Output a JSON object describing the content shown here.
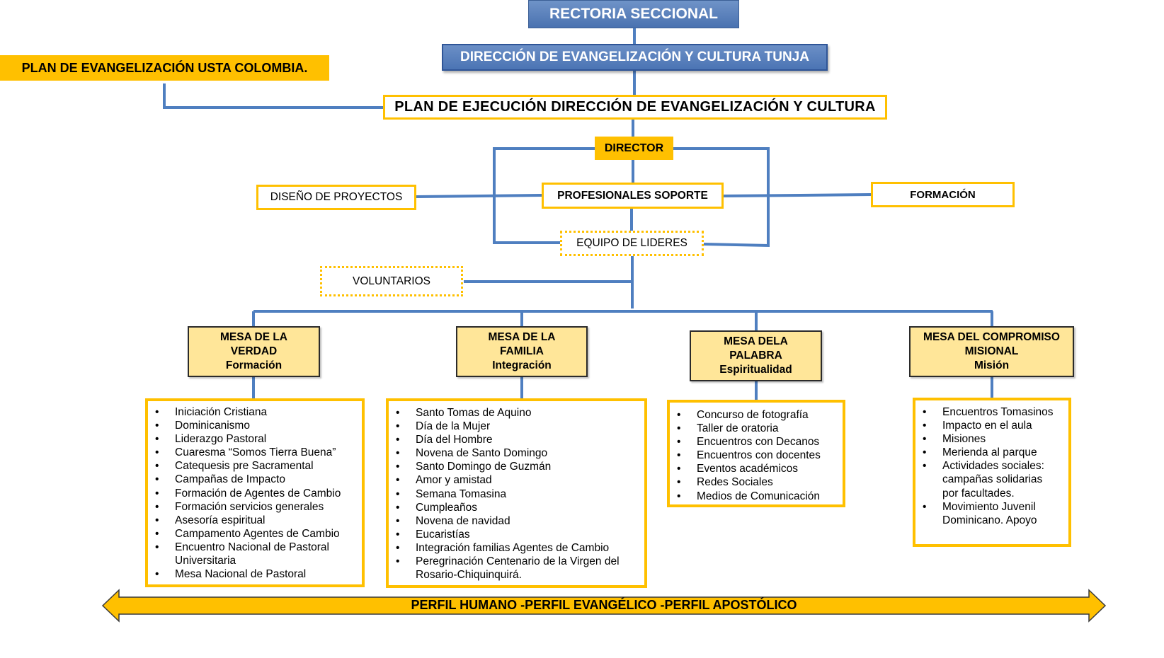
{
  "rectoria": "RECTORIA SECCIONAL",
  "direccion": "DIRECCIÓN DE EVANGELIZACIÓN Y CULTURA TUNJA",
  "plan_usta": "PLAN DE EVANGELIZACIÓN USTA COLOMBIA.",
  "plan_ejecucion": "PLAN DE EJECUCIÓN DIRECCIÓN DE EVANGELIZACIÓN Y CULTURA",
  "director": "DIRECTOR",
  "diseno": "DISEÑO DE PROYECTOS",
  "profesionales": "PROFESIONALES SOPORTE",
  "formacion": "FORMACIÓN",
  "equipo": "EQUIPO DE LIDERES",
  "voluntarios": "VOLUNTARIOS",
  "mesas": [
    {
      "line1": "MESA DE LA",
      "line2": "VERDAD",
      "sub": "Formación",
      "items": [
        "Iniciación Cristiana",
        "Dominicanismo",
        "Liderazgo Pastoral",
        "Cuaresma “Somos Tierra Buena”",
        "Catequesis  pre Sacramental",
        "Campañas de Impacto",
        "Formación de Agentes de Cambio",
        "Formación servicios generales",
        "Asesoría espiritual",
        "Campamento  Agentes de Cambio",
        "Encuentro Nacional de Pastoral Universitaria",
        "Mesa Nacional de Pastoral"
      ]
    },
    {
      "line1": "MESA DE LA",
      "line2": "FAMILIA",
      "sub": "Integración",
      "items": [
        "Santo Tomas de Aquino",
        "Día de la Mujer",
        "Día del Hombre",
        "Novena de Santo Domingo",
        "Santo Domingo de Guzmán",
        "Amor y amistad",
        "Semana Tomasina",
        "Cumpleaños",
        "Novena de navidad",
        "Eucaristías",
        "Integración familias Agentes de Cambio",
        "Peregrinación Centenario de la Virgen del Rosario-Chiquinquirá."
      ]
    },
    {
      "line1": "MESA DELA",
      "line2": "PALABRA",
      "sub": "Espiritualidad",
      "items": [
        "Concurso de fotografía",
        "Taller de oratoria",
        "Encuentros con Decanos",
        "Encuentros con docentes",
        "Eventos académicos",
        "Redes Sociales",
        "Medios de Comunicación"
      ]
    },
    {
      "line1": "MESA DEL COMPROMISO",
      "line2": "MISIONAL",
      "sub": "Misión",
      "items": [
        "Encuentros Tomasinos",
        "Impacto en el aula",
        "Misiones",
        "Merienda al parque",
        "Actividades sociales: campañas solidarias por facultades.",
        "Movimiento  Juvenil Dominicano. Apoyo"
      ]
    }
  ],
  "perfil": "PERFIL HUMANO -PERFIL EVANGÉLICO -PERFIL APOSTÓLICO"
}
